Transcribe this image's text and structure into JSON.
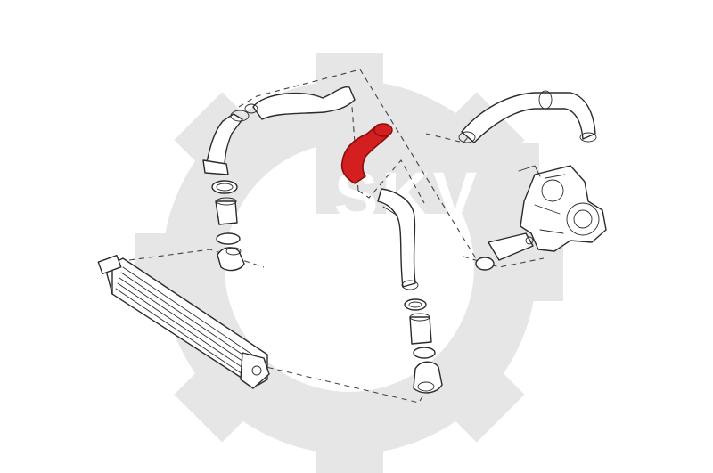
{
  "watermark": {
    "text": "SKV",
    "gear_color": "#e6e6e6",
    "text_color": "#ffffff"
  },
  "highlight": {
    "part": "charge-air-hose-highlighted",
    "color": "#d31f1f",
    "outline": "#8a0d0d"
  },
  "ink_color": "#2b2b2b",
  "parts": [
    "intercooler",
    "left-upper-hose",
    "left-hose-clamp",
    "left-sleeve",
    "left-elbow",
    "right-lower-hose",
    "right-hose-clamp",
    "right-sleeve",
    "right-elbow",
    "upper-intake-pipe",
    "turbocharger"
  ]
}
